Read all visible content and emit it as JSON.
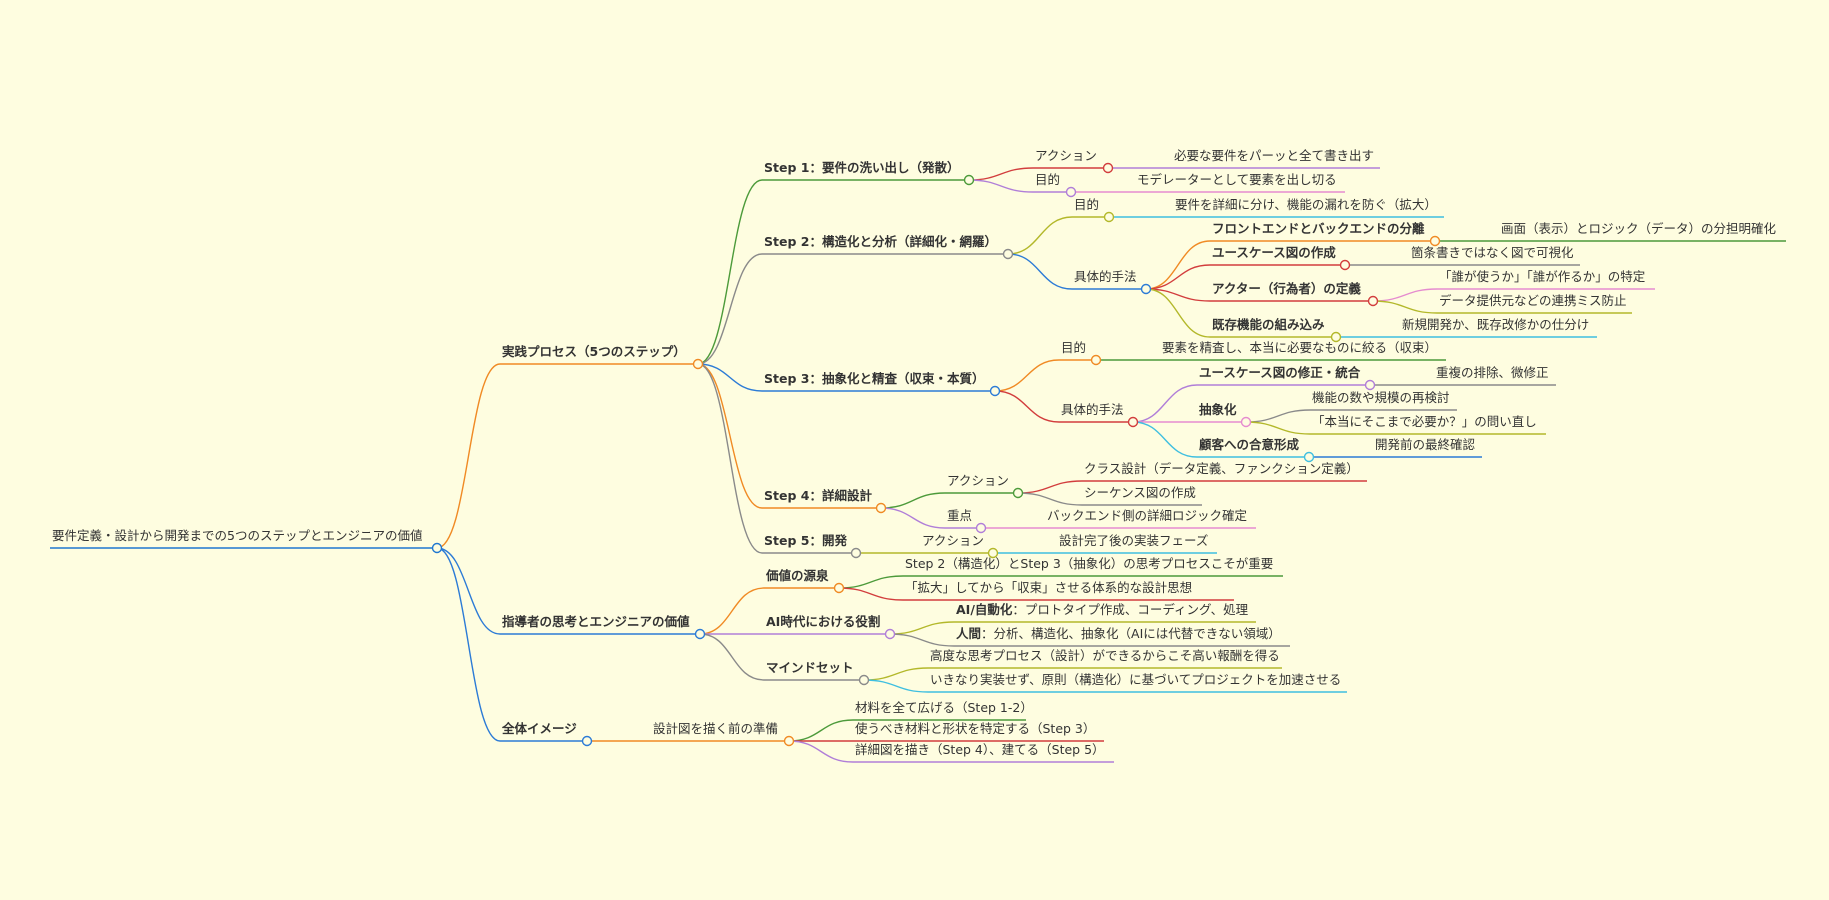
{
  "mindmap": {
    "colors": {
      "background": "#fefde0",
      "text": "#333333",
      "root": "#1f77d0",
      "orange": "#f08a24",
      "green": "#4c9a3a",
      "gray": "#8a8a8a",
      "blue": "#2c7bd6",
      "red": "#d23d3d",
      "purple": "#b07ed8",
      "olive": "#b3b82a",
      "cyan": "#3fbfe0",
      "pink": "#e58bcf"
    },
    "root": "要件定義・設計から開発までの5つのステップとエンジニアの価値",
    "branches": {
      "practice": {
        "label": "実践プロセス（5つのステップ）",
        "step1": {
          "label": "Step 1：要件の洗い出し（発散）",
          "action": "アクション",
          "action_text": "必要な要件をパーッと全て書き出す",
          "purpose": "目的",
          "purpose_text": "モデレーターとして要素を出し切る"
        },
        "step2": {
          "label": "Step 2：構造化と分析（詳細化・網羅）",
          "purpose": "目的",
          "purpose_text": "要件を詳細に分け、機能の漏れを防ぐ（拡大）",
          "method": "具体的手法",
          "fe_be": "フロントエンドとバックエンドの分離",
          "fe_be_text": "画面（表示）とロジック（データ）の分担明確化",
          "usecase": "ユースケース図の作成",
          "usecase_text": "箇条書きではなく図で可視化",
          "actor": "アクター（行為者）の定義",
          "actor_text1": "「誰が使うか」「誰が作るか」の特定",
          "actor_text2": "データ提供元などの連携ミス防止",
          "existing": "既存機能の組み込み",
          "existing_text": "新規開発か、既存改修かの仕分け"
        },
        "step3": {
          "label": "Step 3：抽象化と精査（収束・本質）",
          "purpose": "目的",
          "purpose_text": "要素を精査し、本当に必要なものに絞る（収束）",
          "method": "具体的手法",
          "usecase_fix": "ユースケース図の修正・統合",
          "usecase_fix_text": "重複の排除、微修正",
          "abstract": "抽象化",
          "abstract_text1": "機能の数や規模の再検討",
          "abstract_text2": "「本当にそこまで必要か？」の問い直し",
          "agreement": "顧客への合意形成",
          "agreement_text": "開発前の最終確認"
        },
        "step4": {
          "label": "Step 4：詳細設計",
          "action": "アクション",
          "action_text1": "クラス設計（データ定義、ファンクション定義）",
          "action_text2": "シーケンス図の作成",
          "focus": "重点",
          "focus_text": "バックエンド側の詳細ロジック確定"
        },
        "step5": {
          "label": "Step 5：開発",
          "action": "アクション",
          "action_text": "設計完了後の実装フェーズ"
        }
      },
      "mentor": {
        "label": "指導者の思考とエンジニアの価値",
        "value_source": "価値の源泉",
        "value_text1": "Step 2（構造化）とStep 3（抽象化）の思考プロセスこそが重要",
        "value_text2": "「拡大」してから「収束」させる体系的な設計思想",
        "ai_role": "AI時代における役割",
        "ai_label": "AI/自動化",
        "ai_text": "：プロトタイプ作成、コーディング、処理",
        "human_label": "人間",
        "human_text": "：分析、構造化、抽象化（AIには代替できない領域）",
        "mindset": "マインドセット",
        "mindset_text1": "高度な思考プロセス（設計）ができるからこそ高い報酬を得る",
        "mindset_text2": "いきなり実装せず、原則（構造化）に基づいてプロジェクトを加速させる"
      },
      "overview": {
        "label": "全体イメージ",
        "prep": "設計図を描く前の準備",
        "item1": "材料を全て広げる（Step 1-2）",
        "item2": "使うべき材料と形状を特定する（Step 3）",
        "item3": "詳細図を描き（Step 4）、建てる（Step 5）"
      }
    }
  }
}
